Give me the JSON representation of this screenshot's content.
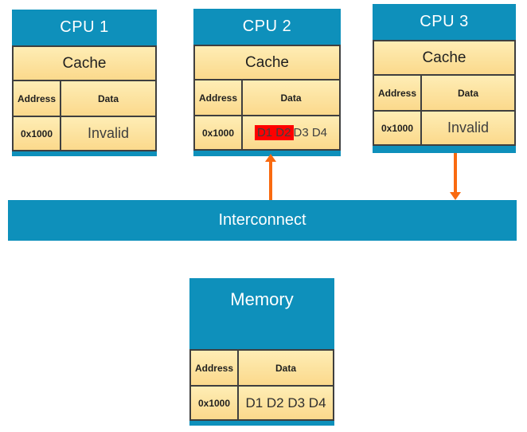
{
  "cpus": [
    {
      "title": "CPU 1",
      "cache_label": "Cache",
      "address_header": "Address",
      "data_header": "Data",
      "row": {
        "address": "0x1000",
        "data": "Invalid"
      }
    },
    {
      "title": "CPU 2",
      "cache_label": "Cache",
      "address_header": "Address",
      "data_header": "Data",
      "row": {
        "address": "0x1000",
        "data_highlighted": "D1 D2",
        "data_rest": " D3 D4"
      }
    },
    {
      "title": "CPU 3",
      "cache_label": "Cache",
      "address_header": "Address",
      "data_header": "Data",
      "row": {
        "address": "0x1000",
        "data": "Invalid"
      }
    }
  ],
  "interconnect": {
    "label": "Interconnect"
  },
  "memory": {
    "title": "Memory",
    "address_header": "Address",
    "data_header": "Data",
    "row": {
      "address": "0x1000",
      "data": "D1 D2 D3 D4"
    }
  },
  "arrows": [
    {
      "name": "interconnect-to-cpu2",
      "direction": "up",
      "color": "#F96A10"
    },
    {
      "name": "cpu3-to-interconnect",
      "direction": "down",
      "color": "#F96A10"
    }
  ],
  "colors": {
    "block_blue": "#0E90BB",
    "cell_gradient_top": "#FEEDB5",
    "cell_gradient_bottom": "#FBD98C",
    "table_border": "#3F3F3F",
    "arrow_orange": "#F96A10",
    "invalid_highlight_red": "#FE0000",
    "heading_text": "#FFFFFF",
    "body_text": "#1F1F1F"
  }
}
